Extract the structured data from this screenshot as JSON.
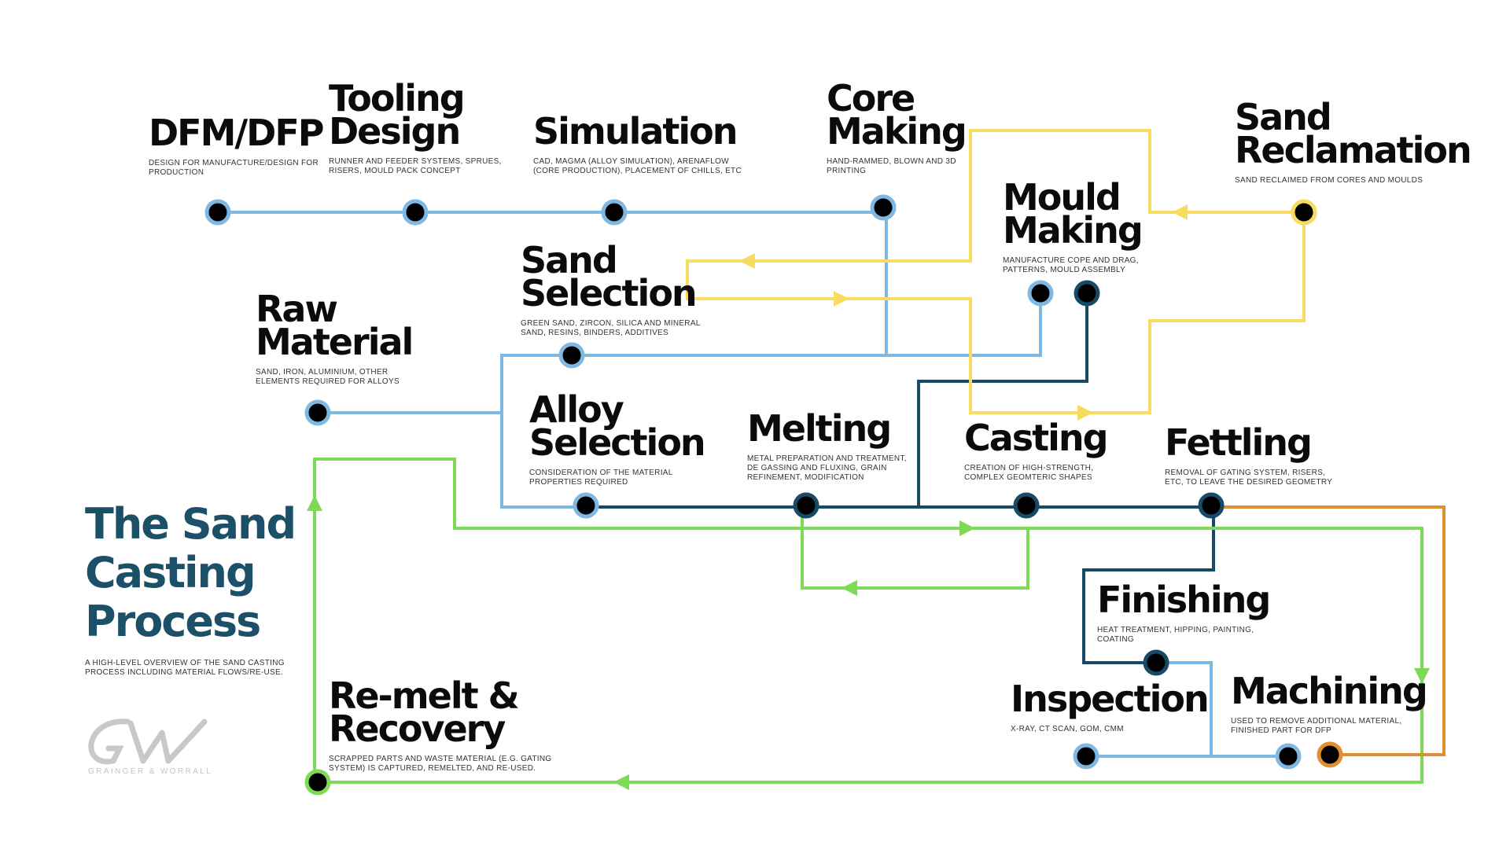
{
  "title": "The Sand\nCasting\nProcess",
  "subtitle": "A high-level overview of the sand casting\nprocess including material flows/re-use.",
  "logo": {
    "mark": "GW",
    "text": "GRAINGER & WORRALL"
  },
  "colors": {
    "blue": "#7fb8e3",
    "navy": "#174a66",
    "yellow": "#f7dc5f",
    "green": "#7ed957",
    "orange": "#e08e2f",
    "title": "#1c4f68"
  },
  "stages": [
    {
      "id": "dfm",
      "title": "DFM/DFP",
      "description": "Design for manufacture/design for\nproduction"
    },
    {
      "id": "tooling",
      "title": "Tooling\nDesign",
      "description": "Runner and feeder systems, sprues,\nrisers, mould pack concept"
    },
    {
      "id": "simulation",
      "title": "Simulation",
      "description": "CAD, Magma (alloy simulation), Arenaflow\n(core production), placement of chills, etc"
    },
    {
      "id": "core",
      "title": "Core\nMaking",
      "description": "Hand-rammed, blown and 3D\nprinting"
    },
    {
      "id": "reclamation",
      "title": "Sand\nReclamation",
      "description": "Sand reclaimed from cores and moulds"
    },
    {
      "id": "mould",
      "title": "Mould\nMaking",
      "description": "Manufacture cope and drag,\npatterns, mould assembly"
    },
    {
      "id": "sand",
      "title": "Sand\nSelection",
      "description": "Green sand, zircon, silica and mineral\nsand, resins, binders, additives"
    },
    {
      "id": "raw",
      "title": "Raw\nMaterial",
      "description": "Sand, iron, aluminium, other\nelements required for alloys"
    },
    {
      "id": "alloy",
      "title": "Alloy\nSelection",
      "description": "Consideration of the material\nproperties required"
    },
    {
      "id": "melting",
      "title": "Melting",
      "description": "Metal preparation and treatment,\nde gassing and fluxing, grain\nrefinement, modification"
    },
    {
      "id": "casting",
      "title": "Casting",
      "description": "Creation of high-strength,\ncomplex geomteric shapes"
    },
    {
      "id": "fettling",
      "title": "Fettling",
      "description": "Removal of gating system, risers,\netc, to leave the desired geometry"
    },
    {
      "id": "finishing",
      "title": "Finishing",
      "description": "Heat treatment, hipping, painting,\ncoating"
    },
    {
      "id": "inspection",
      "title": "Inspection",
      "description": "X-ray, CT scan, GOM, CMM"
    },
    {
      "id": "machining",
      "title": "Machining",
      "description": "Used to remove additional material,\nfinished part for DFP"
    },
    {
      "id": "remelt",
      "title": "Re-melt &\nRecovery",
      "description": "Scrapped parts and waste material (e.g. gating\nsystem) is captured, remelted, and re-used."
    }
  ]
}
